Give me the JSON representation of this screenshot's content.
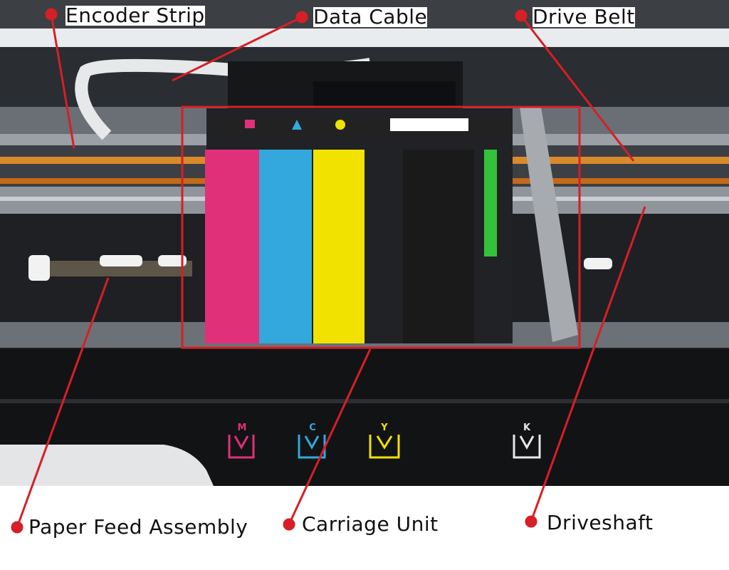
{
  "labels": {
    "encoder_strip": "Encoder Strip",
    "data_cable": "Data Cable",
    "drive_belt": "Drive Belt",
    "paper_feed_assembly": "Paper Feed Assembly",
    "carriage_unit": "Carriage Unit",
    "driveshaft": "Driveshaft"
  },
  "ink_indicators": {
    "magenta": "M",
    "cyan": "C",
    "yellow": "Y",
    "black": "K"
  },
  "colors": {
    "callout": "#d61f26",
    "magenta": "#e0307a",
    "cyan": "#33a8dc",
    "yellow": "#f2e200",
    "black_cartridge": "#1a1a1a",
    "indicator_white": "#e8e8e8"
  }
}
